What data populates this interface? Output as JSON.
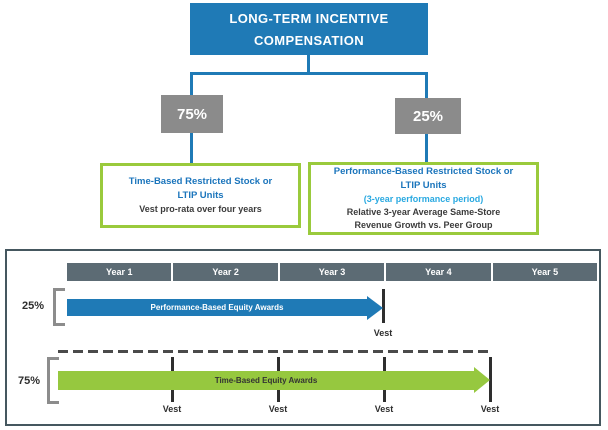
{
  "colors": {
    "blue": "#1F7AB6",
    "blue_text": "#1B75BC",
    "light_blue_text": "#29A9E1",
    "green": "#96C83F",
    "green_border": "#9ACA3C",
    "gray_box": "#8B8B8B",
    "slate_header": "#5C6B74",
    "dark_text": "#2E2E2E",
    "panel_border": "#45575F",
    "bracket_gray": "#8C8C8C"
  },
  "tree": {
    "title_line1": "LONG-TERM INCENTIVE",
    "title_line2": "COMPENSATION",
    "left_pct": "75%",
    "right_pct": "25%",
    "left_box": {
      "title_line1": "Time-Based Restricted Stock or",
      "title_line2": "LTIP Units",
      "body": "Vest pro-rata over four years"
    },
    "right_box": {
      "title_line1": "Performance-Based Restricted Stock or",
      "title_line2": "LTIP Units",
      "subtitle": "(3-year performance period)",
      "body_line1": "Relative 3-year Average Same-Store",
      "body_line2": "Revenue Growth vs. Peer Group"
    }
  },
  "timeline": {
    "years": [
      "Year 1",
      "Year 2",
      "Year 3",
      "Year 4",
      "Year 5"
    ],
    "performance_row": {
      "pct": "25%",
      "arrow_label": "Performance-Based Equity Awards",
      "vest_label": "Vest"
    },
    "time_row": {
      "pct": "75%",
      "arrow_label": "Time-Based Equity Awards",
      "vest_labels": [
        "Vest",
        "Vest",
        "Vest",
        "Vest"
      ]
    }
  }
}
